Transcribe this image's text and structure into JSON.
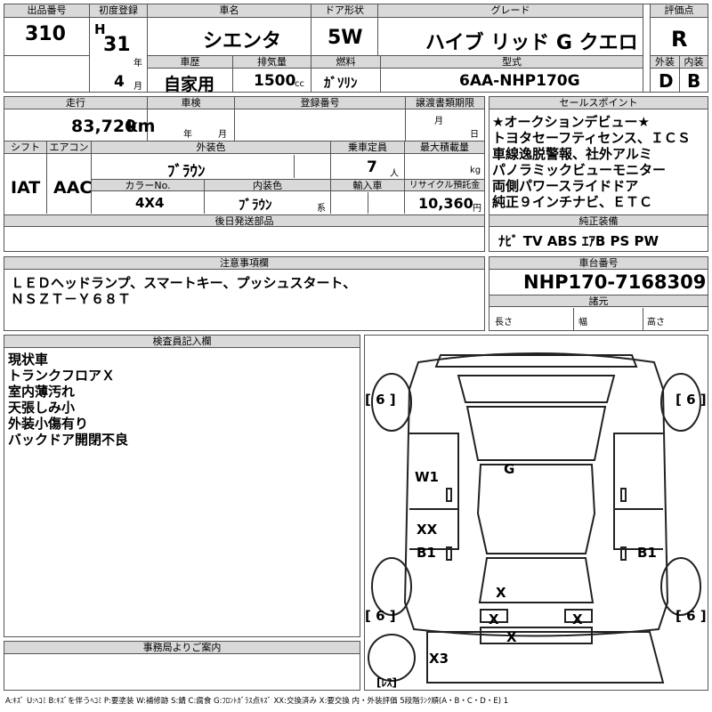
{
  "header": {
    "lot_label": "出品番号",
    "lot_value": "310",
    "first_reg_label": "初度登録",
    "era": "H",
    "year_value": "31",
    "year_unit": "年",
    "month_value": "4",
    "month_unit": "月",
    "car_name_label": "車名",
    "car_name": "シエンタ",
    "door_label": "ドア形状",
    "door_value": "5W",
    "grade_label": "グレード",
    "grade_value": "ハイブ リッド G クエロ",
    "rating_label": "評価点",
    "rating_value": "R",
    "history_label": "車歴",
    "history_value": "自家用",
    "displacement_label": "排気量",
    "displacement_value": "1500",
    "displacement_unit": "cc",
    "fuel_label": "燃料",
    "fuel_value": "ｶﾞｿﾘﾝ",
    "model_label": "型式",
    "model_value": "6AA-NHP170G",
    "exterior_label": "外装",
    "exterior_value": "D",
    "interior_label": "内装",
    "interior_value": "B"
  },
  "row2": {
    "mileage_label": "走行",
    "mileage_value": "83,720",
    "mileage_unit": "km",
    "inspection_label": "車検",
    "year_unit": "年",
    "month_unit": "月",
    "reg_no_label": "登録番号",
    "transfer_label": "譲渡書類期限",
    "transfer_month": "月",
    "transfer_day": "日",
    "sales_label": "セールスポイント",
    "shift_label": "シフト",
    "shift_value": "IAT",
    "ac_label": "エアコン",
    "ac_value": "AAC",
    "ext_color_label": "外装色",
    "ext_color_value": "ﾌﾞﾗｳﾝ",
    "capacity_label": "乗車定員",
    "capacity_value": "7",
    "capacity_unit": "人",
    "max_load_label": "最大積載量",
    "max_load_unit": "kg",
    "color_no_label": "カラーNo.",
    "color_no_value": "4X4",
    "int_color_label": "内装色",
    "int_color_value": "ﾌﾞﾗｳﾝ",
    "int_color_suffix": "系",
    "import_label": "輸入車",
    "recycle_label": "リサイクル預託金",
    "recycle_value": "10,360",
    "recycle_unit": "円",
    "later_parts_label": "後日発送部品",
    "genuine_label": "純正装備",
    "genuine_value": "ﾅﾋﾞ TV ABS ｴｱB PS PW"
  },
  "sales_points": [
    "★オークションデビュー★",
    "トヨタセーフティセンス、ＩＣＳ",
    "車線逸脱警報、社外アルミ",
    "パノラミックビューモニター",
    "両側パワースライドドア",
    "純正９インチナビ、ＥＴＣ"
  ],
  "notes": {
    "label": "注意事項欄",
    "lines": [
      "ＬＥＤヘッドランプ、スマートキー、プッシュスタート、",
      "ＮＳＺＴ－Ｙ６８Ｔ"
    ]
  },
  "chassis": {
    "label": "車台番号",
    "value": "NHP170-7168309",
    "dims_label": "諸元",
    "length_label": "長さ",
    "width_label": "幅",
    "height_label": "高さ"
  },
  "inspector": {
    "label": "検査員記入欄",
    "lines": [
      "現状車",
      "トランクフロアＸ",
      "室内薄汚れ",
      "天張しみ小",
      "外装小傷有り",
      "バックドア開閉不良"
    ]
  },
  "diagram": {
    "tire_tl": "[ 6 ]",
    "tire_tr": "[ 6 ]",
    "tire_bl": "[ 6 ]",
    "tire_br": "[ 6 ]",
    "code_g": "G",
    "code_w1": "W1",
    "code_xx": "XX",
    "code_b1_left": "B1",
    "code_b1_right": "B1",
    "code_x_center": "X",
    "code_x_left": "X",
    "code_x_right": "X",
    "code_x_bottom": "X",
    "code_x3": "X3",
    "spare_label": "[ﾚｽ]"
  },
  "office": {
    "label": "事務局よりご案内"
  },
  "legend": "A:ｷｽﾞ U:ﾍｺﾐ B:ｷｽﾞを伴うﾍｺﾐ P:要塗装 W:補修跡 S:錆 C:腐食 G:ﾌﾛﾝﾄｶﾞﾗｽ点ｷｽﾞ XX:交換済み X:要交換 内・外装評価 5段階ﾗﾝｸ順(A・B・C・D・E) 1"
}
